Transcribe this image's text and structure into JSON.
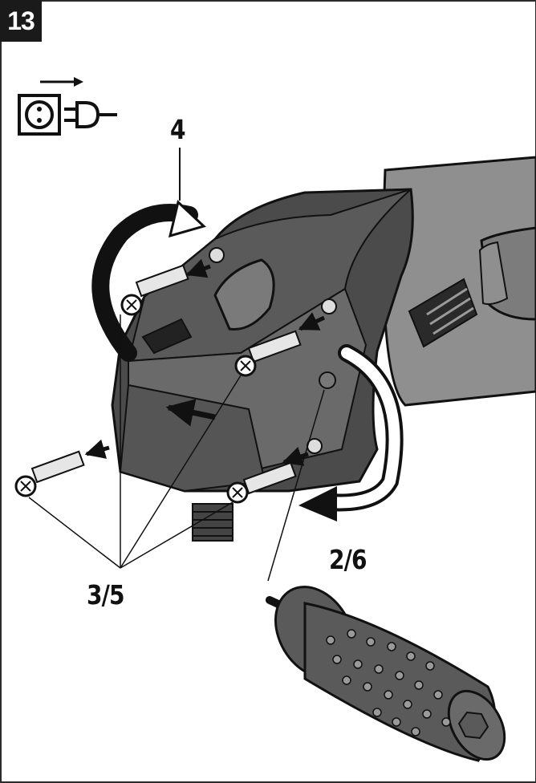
{
  "figure": {
    "number": "13"
  },
  "callouts": {
    "handle_screws": "4",
    "housing_screws": "3/5",
    "side_handle": "2/6"
  },
  "colors": {
    "ink": "#111111",
    "housing_dark": "#4b4b4b",
    "housing_mid": "#6a6a6a",
    "housing_light": "#9a9a9a",
    "handle_grey": "#5a5a5a",
    "screw_light": "#e6e6e6"
  },
  "icons": [
    "unplug-icon",
    "arrow-right-icon"
  ]
}
